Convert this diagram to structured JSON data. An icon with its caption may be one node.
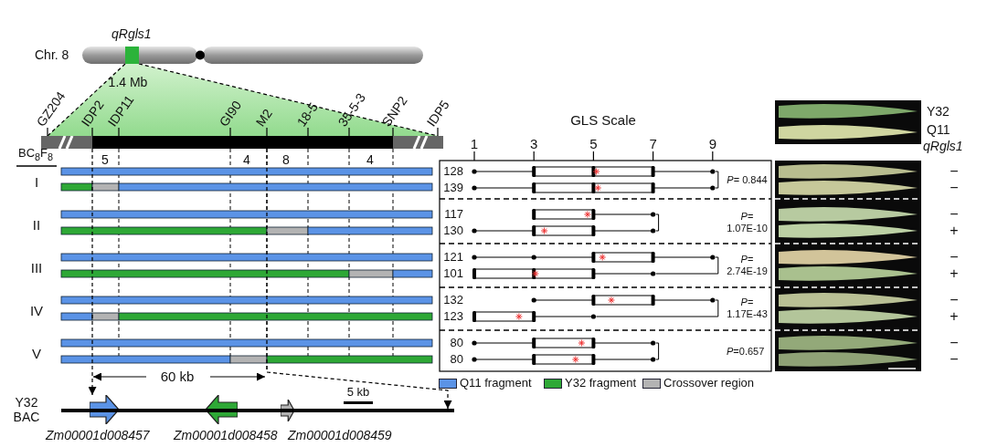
{
  "diagram": {
    "nodes": [
      {
        "text": [],
        "shape": "arrow",
        "beside": [
          "Zm00001d008457"
        ]
      },
      {
        "text": [],
        "shape": "arrow",
        "beside": [
          "Zm00001d008458"
        ]
      },
      {
        "text": [],
        "shape": "arrow",
        "beside": [
          "Zm00001d008459"
        ]
      },
      {
        "text": [],
        "shape": "bar",
        "beside": [
          "Y32 BAC"
        ]
      },
      {
        "text": [],
        "shape": "bar"
      },
      {
        "text": [],
        "shape": "bar",
        "beside": [
          "Chr. 8"
        ]
      },
      {
        "text": [],
        "shape": "box",
        "beside": [
          "qRgls1"
        ]
      }
    ],
    "edges": [
      {
        "from": 4,
        "to": 0,
        "arrow": "to",
        "style": "dashed"
      },
      {
        "from": 4,
        "to": 3,
        "arrow": "to",
        "style": "dashed"
      },
      {
        "from": 6,
        "to": 4,
        "arrow": "none",
        "style": "dashed"
      },
      {
        "from": 6,
        "to": 4,
        "arrow": "none",
        "style": "dashed"
      }
    ],
    "labels": [
      "1.4 Mb",
      "GZ204",
      "IDP2",
      "IDP11",
      "GI90",
      "M2",
      "18-5",
      "35-5-3",
      "SNP2",
      "IDP5",
      "BC$_{8}$F$_{8}$",
      "5",
      "4",
      "8",
      "4",
      "I",
      "II",
      "III",
      "IV",
      "V",
      "60 kb",
      "5 kb",
      "GLS Scale",
      "1",
      "3",
      "5",
      "7",
      "9",
      "128",
      "139",
      "117",
      "130",
      "121",
      "101",
      "132",
      "123",
      "80",
      "80",
      "*P*= 0.844",
      "*P*= 1.07E-10",
      "*P*= 2.74E-19",
      "*P*= 1.17E-43",
      "*P*=0.657",
      "Y32",
      "Q11",
      "qRgls1",
      "−",
      "−",
      "−",
      "+",
      "−",
      "+",
      "−",
      "+",
      "−",
      "−"
    ],
    "legend": [
      {
        "text": "Q11 fragment",
        "color": "#5b93e6"
      },
      {
        "text": "Y32 fragment",
        "color": "#2ea836"
      },
      {
        "text": "Crossover region",
        "color": "#b3b3b3"
      }
    ]
  }
}
